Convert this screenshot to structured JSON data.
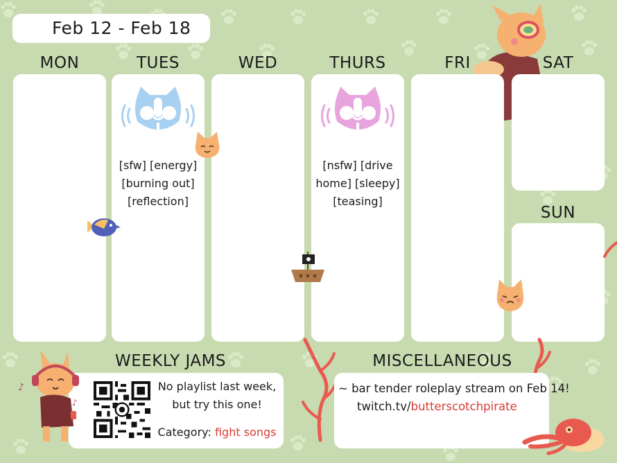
{
  "schedule": {
    "date_range": "Feb 12 - Feb 18",
    "days": {
      "mon": "MON",
      "tues": "TUES",
      "wed": "WED",
      "thurs": "THURS",
      "fri": "FRI",
      "sat": "SAT",
      "sun": "SUN"
    },
    "tuesday_tags": [
      "[sfw] [energy]",
      "[burning out]",
      "[reflection]"
    ],
    "thursday_tags": [
      "[nsfw] [drive",
      "home] [sleepy]",
      "[teasing]"
    ]
  },
  "weekly_jams": {
    "title": "WEEKLY JAMS",
    "line1": "No playlist last week,",
    "line2": "but try this one!",
    "category_label": "Category:",
    "category_value": "fight songs"
  },
  "misc": {
    "title": "MISCELLANEOUS",
    "line1": "~ bar tender roleplay stream on Feb 14!",
    "link_prefix": "twitch.tv/",
    "link_handle": "butterscotchpirate"
  },
  "colors": {
    "background": "#c8dbb0",
    "card": "#ffffff",
    "tuesday_icon": "#a8d0f0",
    "thursday_icon": "#e8a4dc",
    "accent_red": "#d83a34"
  },
  "icons": {
    "tuesday": "blue-cat-microphone-icon",
    "thursday": "pink-cat-microphone-icon",
    "qr": "qr-code-icon"
  }
}
